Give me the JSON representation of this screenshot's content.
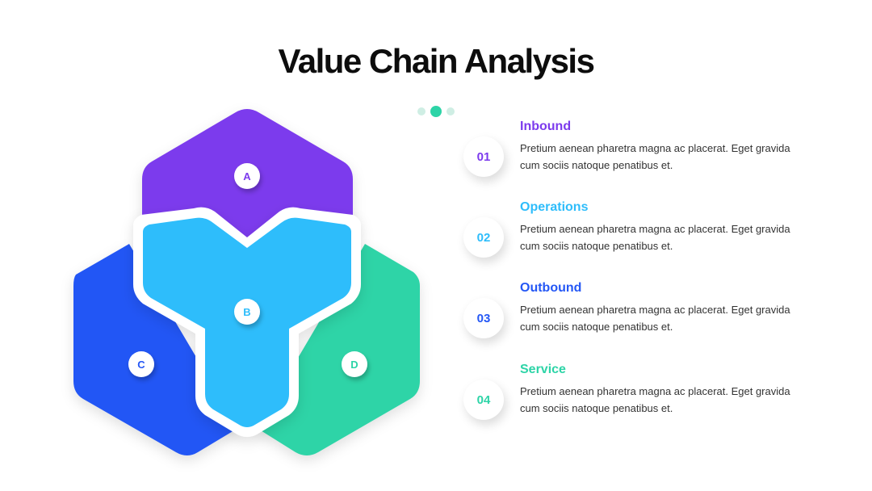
{
  "slide": {
    "title": "Value Chain Analysis"
  },
  "diagram": {
    "segments": [
      {
        "letter": "A",
        "color": "#7c3aed"
      },
      {
        "letter": "B",
        "color": "#2ebdfb"
      },
      {
        "letter": "C",
        "color": "#2457f5"
      },
      {
        "letter": "D",
        "color": "#2dd4a7"
      }
    ]
  },
  "items": [
    {
      "number": "01",
      "title": "Inbound",
      "description": "Pretium aenean pharetra magna ac placerat. Eget gravida cum sociis natoque penatibus et.",
      "color": "#7c3aed"
    },
    {
      "number": "02",
      "title": "Operations",
      "description": "Pretium aenean pharetra magna ac placerat. Eget gravida cum sociis natoque penatibus et.",
      "color": "#2ebdfb"
    },
    {
      "number": "03",
      "title": "Outbound",
      "description": "Pretium aenean pharetra magna ac placerat. Eget gravida cum sociis natoque penatibus et.",
      "color": "#2457f5"
    },
    {
      "number": "04",
      "title": "Service",
      "description": "Pretium aenean pharetra magna ac placerat. Eget gravida cum sociis natoque penatibus et.",
      "color": "#2dd4a7"
    }
  ]
}
